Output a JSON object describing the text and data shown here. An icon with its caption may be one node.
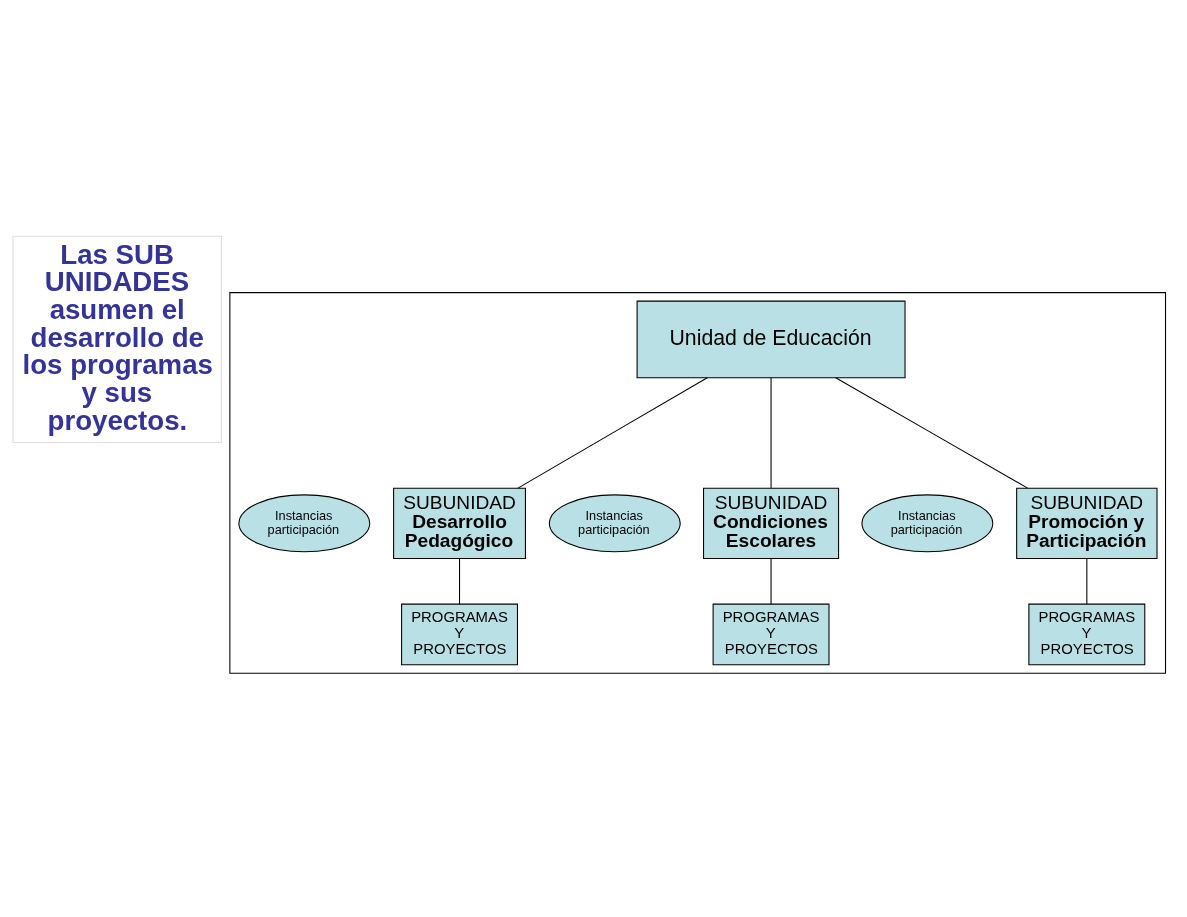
{
  "diagram": {
    "nodes": [
      {
        "text": [
          "Las SUB UNIDADES asumen el desarrollo de los programas y sus proyectos."
        ]
      },
      {
        "text": [],
        "shape": "box"
      },
      {
        "text": [
          "Unidad de Educación"
        ],
        "in": 1
      },
      {
        "text": [
          "SUBUNIDAD",
          "Desarrollo Pedagógico"
        ],
        "in": 1
      },
      {
        "text": [
          "SUBUNIDAD",
          "Condiciones Escolares"
        ],
        "in": 1
      },
      {
        "text": [
          "SUBUNIDAD",
          "Promoción y Participación"
        ],
        "in": 1
      },
      {
        "text": [
          "Instancias participación"
        ],
        "in": 1
      },
      {
        "text": [
          "Instancias participación"
        ],
        "in": 1
      },
      {
        "text": [
          "Instancias participación"
        ],
        "in": 1
      },
      {
        "text": [
          "PROGRAMAS Y PROYECTOS"
        ],
        "in": 1
      },
      {
        "text": [
          "PROGRAMAS Y PROYECTOS"
        ],
        "in": 1
      },
      {
        "text": [
          "PROGRAMAS Y PROYECTOS"
        ],
        "in": 1
      }
    ],
    "edges": [
      {
        "from": 2,
        "to": 3,
        "arrow": "none"
      },
      {
        "from": 2,
        "to": 4,
        "arrow": "none"
      },
      {
        "from": 2,
        "to": 5,
        "arrow": "none"
      },
      {
        "from": 3,
        "to": 9,
        "arrow": "none"
      },
      {
        "from": 4,
        "to": 10,
        "arrow": "none"
      },
      {
        "from": 5,
        "to": 11,
        "arrow": "none"
      }
    ]
  }
}
